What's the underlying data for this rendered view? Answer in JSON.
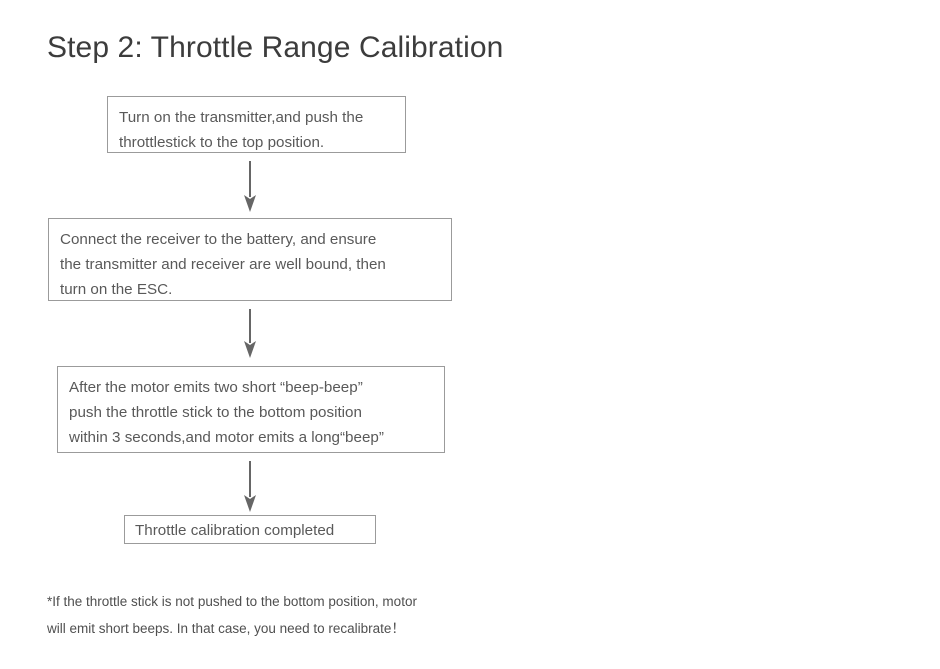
{
  "page": {
    "title": "Step 2: Throttle Range Calibration",
    "text_color": "#595959",
    "title_color": "#3c3c3c",
    "border_color": "#9b9b9b",
    "arrow_color": "#666666",
    "background": "#ffffff"
  },
  "flowchart": {
    "steps": [
      {
        "id": "step-1",
        "text": "Turn on the transmitter,and push the\nthrottlestick to the top position."
      },
      {
        "id": "step-2",
        "text": "Connect the receiver to the battery, and ensure\nthe transmitter and receiver are well bound, then\nturn on the ESC."
      },
      {
        "id": "step-3",
        "text": "After the motor emits two short “beep-beep”\npush the throttle stick to the bottom position\nwithin 3 seconds,and motor emits a long“beep”"
      },
      {
        "id": "step-4",
        "text": "Throttle calibration completed"
      }
    ],
    "connectors": [
      {
        "id": "arrow-1",
        "direction": "down"
      },
      {
        "id": "arrow-2",
        "direction": "down"
      },
      {
        "id": "arrow-3",
        "direction": "down"
      }
    ]
  },
  "footnote": {
    "text": "*If the throttle stick is not pushed to the bottom position, motor\nwill emit short beeps. In that case, you need to recalibrate！"
  }
}
